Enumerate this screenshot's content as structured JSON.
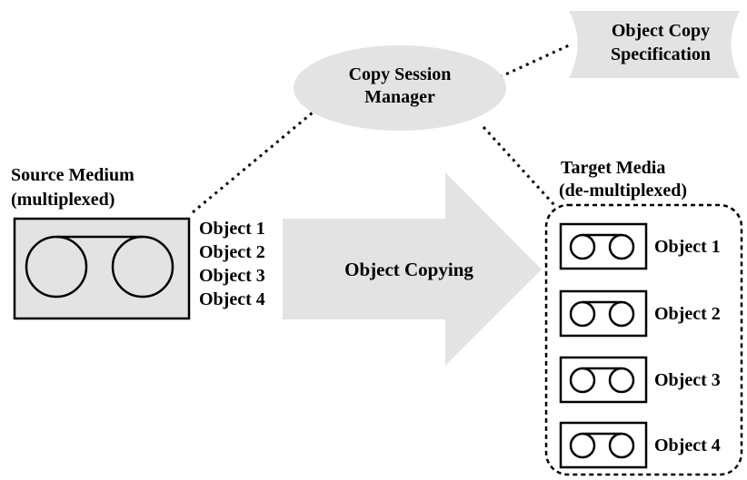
{
  "manager": {
    "line1": "Copy Session",
    "line2": "Manager"
  },
  "specification": {
    "line1": "Object Copy",
    "line2": "Specification"
  },
  "source": {
    "title_line1": "Source Medium",
    "title_line2": "(multiplexed)",
    "objects": [
      "Object 1",
      "Object 2",
      "Object 3",
      "Object 4"
    ]
  },
  "arrow": {
    "label": "Object Copying"
  },
  "target": {
    "title_line1": "Target Media",
    "title_line2": "(de-multiplexed)",
    "objects": [
      "Object 1",
      "Object 2",
      "Object 3",
      "Object 4"
    ]
  },
  "colors": {
    "shape_fill": "#e3e3e3",
    "stroke": "#000000",
    "background": "#ffffff"
  }
}
